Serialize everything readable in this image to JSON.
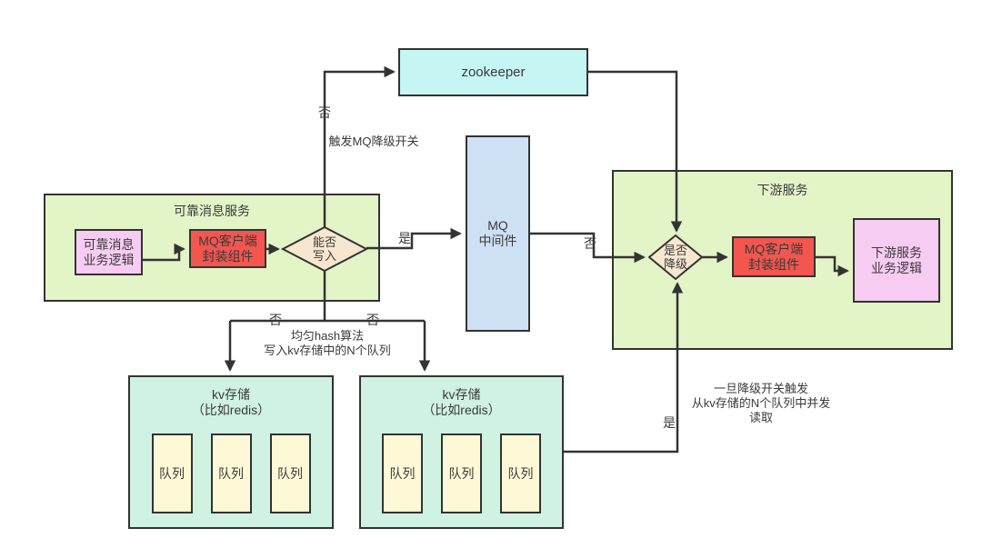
{
  "colors": {
    "line": "#333333",
    "text": "#3a3a3a",
    "green": "#e3f4c7",
    "cyan": "#c6f6f4",
    "blue": "#cee0f4",
    "pink": "#f7ccf2",
    "red": "#f2564f",
    "peach": "#f7e7cf",
    "teal": "#cff2e2",
    "yellow": "#fdf9d6",
    "bg": "#ffffff"
  },
  "nodes": {
    "zookeeper": {
      "label": "zookeeper"
    },
    "reliable_service": {
      "title": "可靠消息服务"
    },
    "reliable_logic": {
      "line1": "可靠消息",
      "line2": "业务逻辑"
    },
    "mq_client_left": {
      "line1": "MQ客户端",
      "line2": "封装组件"
    },
    "can_write": {
      "line1": "能否",
      "line2": "写入"
    },
    "mq_middleware": {
      "line1": "MQ",
      "line2": "中间件"
    },
    "downstream_service": {
      "title": "下游服务"
    },
    "degrade_check": {
      "line1": "是否",
      "line2": "降级"
    },
    "mq_client_right": {
      "line1": "MQ客户端",
      "line2": "封装组件"
    },
    "downstream_logic": {
      "line1": "下游服务",
      "line2": "业务逻辑"
    },
    "kv_store_1": {
      "line1": "kv存储",
      "line2": "（比如redis）",
      "queues": [
        "队列",
        "队列",
        "队列"
      ]
    },
    "kv_store_2": {
      "line1": "kv存储",
      "line2": "（比如redis）",
      "queues": [
        "队列",
        "队列",
        "队列"
      ]
    }
  },
  "labels": {
    "no_to_zookeeper": "否",
    "trigger_switch": "触发MQ降级开关",
    "yes_to_mq": "是",
    "no_to_degrade": "否",
    "no_branch_left": "否",
    "no_branch_right": "否",
    "hash_line1": "均匀hash算法",
    "hash_line2": "写入kv存储中的N个队列",
    "yes_from_kv": "是",
    "read_line1": "一旦降级开关触发",
    "read_line2": "从kv存储的N个队列中并发",
    "read_line3": "读取"
  }
}
